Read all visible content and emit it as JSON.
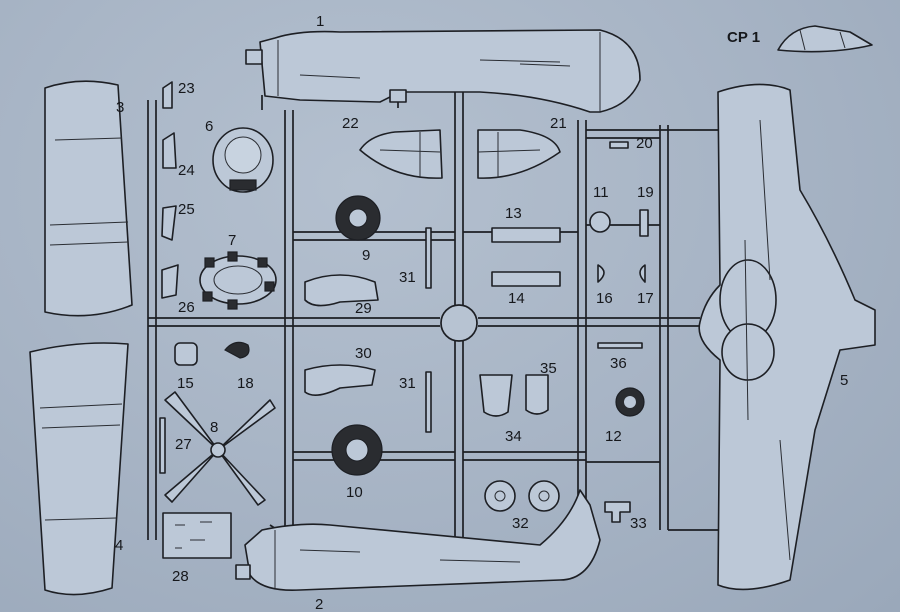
{
  "sprue_title": "CP 1",
  "part_numbers": [
    "1",
    "2",
    "3",
    "4",
    "5",
    "6",
    "7",
    "8",
    "9",
    "10",
    "11",
    "12",
    "13",
    "14",
    "15",
    "16",
    "17",
    "18",
    "19",
    "20",
    "21",
    "22",
    "23",
    "24",
    "25",
    "26",
    "27",
    "28",
    "29",
    "30",
    "31",
    "31",
    "32",
    "33",
    "34",
    "35",
    "36"
  ]
}
